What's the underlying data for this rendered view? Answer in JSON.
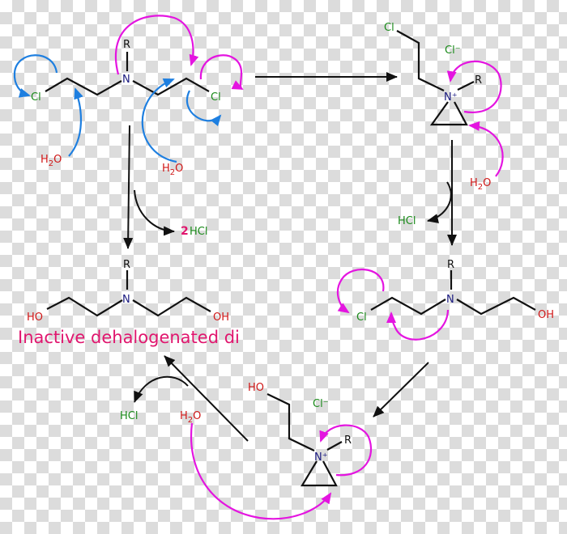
{
  "molecules": {
    "mustard": {
      "r": "R",
      "n": "N",
      "cl_left": "Cl",
      "cl_right": "Cl",
      "water_left": "H2O",
      "water_right": "H2O"
    },
    "aziridinium1": {
      "cl": "Cl",
      "counter": "Cl⁻",
      "n": "N⁺",
      "r": "R",
      "water": "H2O"
    },
    "half": {
      "r": "R",
      "n": "N",
      "cl": "Cl",
      "oh": "OH"
    },
    "aziridinium2": {
      "ho": "HO",
      "counter": "Cl⁻",
      "n": "N⁺",
      "r": "R",
      "water": "H2O"
    },
    "diol": {
      "r": "R",
      "n": "N",
      "ho": "HO",
      "oh": "OH"
    }
  },
  "byproducts": {
    "two": "2",
    "hcl_two": "HCl",
    "hcl_right": "HCl",
    "hcl_bottom": "HCl"
  },
  "caption": "Inactive dehalogenated di",
  "colors": {
    "blue_arrow": "#1e7fe0",
    "magenta_arrow": "#e415e0",
    "chlorine": "#1a8a1a",
    "oxygen": "#d01818",
    "nitrogen": "#1a1a80",
    "caption": "#e0166e"
  }
}
